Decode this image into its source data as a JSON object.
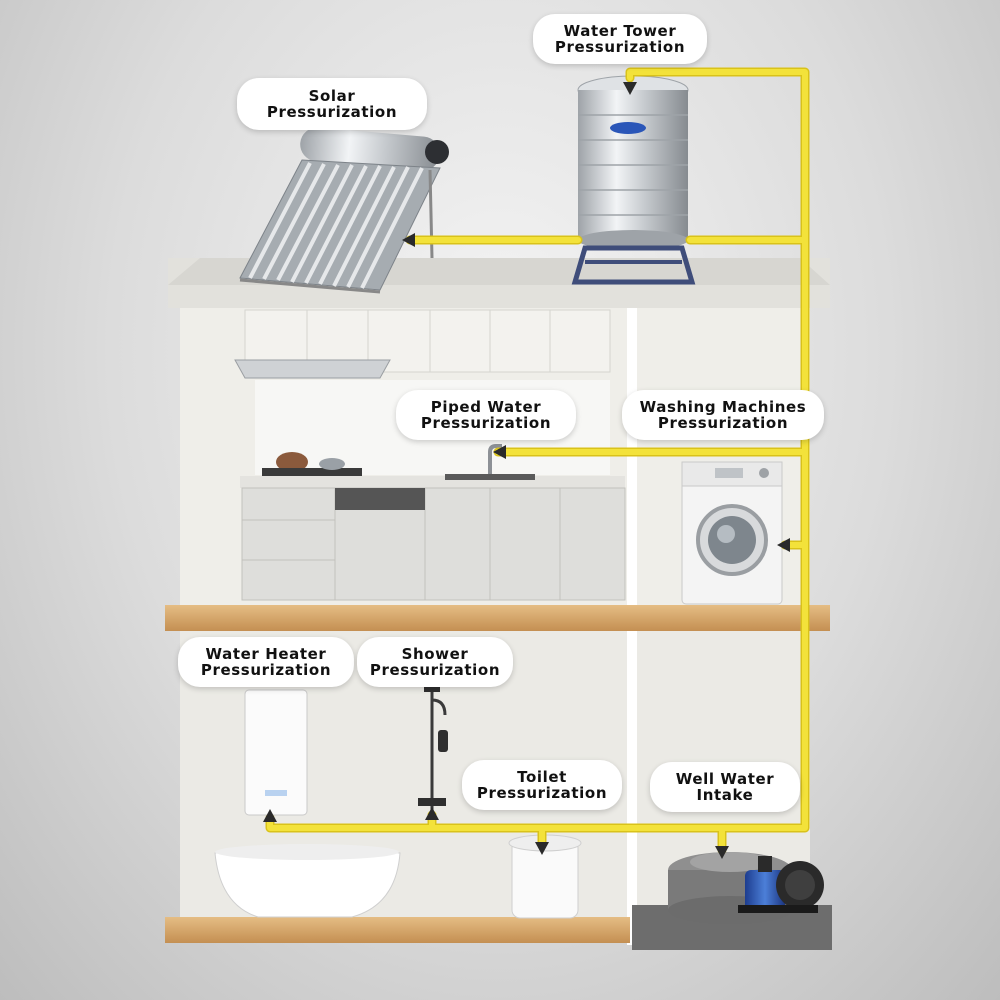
{
  "colors": {
    "pipe": "#f3e23a",
    "pipe_edge": "#d9c21a",
    "wall": "#ecebe6",
    "floor_wood": "#d7a769",
    "background": "#d6d6d6"
  },
  "labels": {
    "water_tower": {
      "line1": "Water Tower",
      "line2": "Pressurization"
    },
    "solar": {
      "line1": "Solar",
      "line2": "Pressurization"
    },
    "piped_water": {
      "line1": "Piped Water",
      "line2": "Pressurization"
    },
    "washing_machines": {
      "line1": "Washing Machines",
      "line2": "Pressurization"
    },
    "water_heater": {
      "line1": "Water Heater",
      "line2": "Pressurization"
    },
    "shower": {
      "line1": "Shower",
      "line2": "Pressurization"
    },
    "toilet": {
      "line1": "Toilet",
      "line2": "Pressurization"
    },
    "well_water": {
      "line1": "Well Water",
      "line2": "Intake"
    }
  },
  "icons": {
    "solar_heater": "solar-heater-icon",
    "water_tank": "water-tank-icon",
    "kitchen_faucet": "faucet-icon",
    "washing_machine": "washing-machine-icon",
    "water_heater": "water-heater-icon",
    "shower": "shower-icon",
    "bathtub": "bathtub-icon",
    "toilet": "toilet-icon",
    "pump": "pump-icon",
    "well": "well-icon"
  }
}
